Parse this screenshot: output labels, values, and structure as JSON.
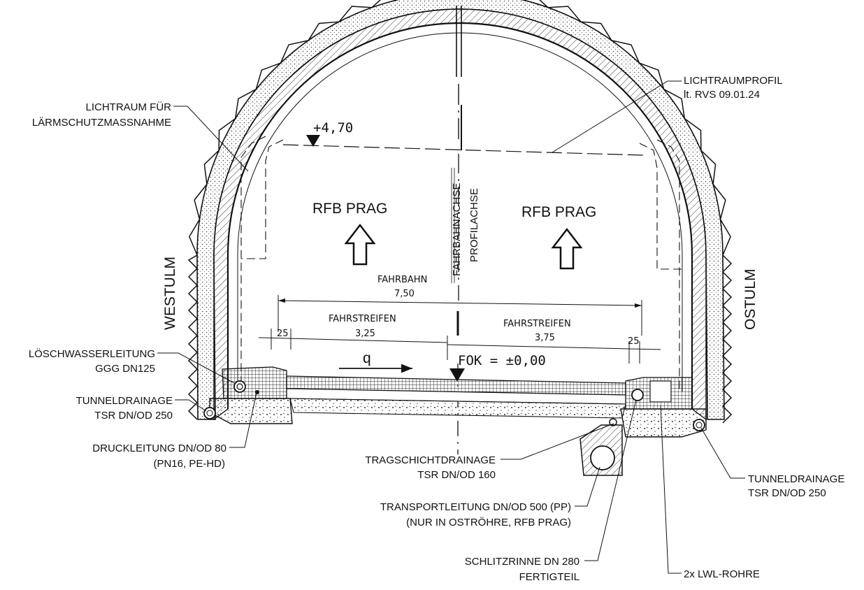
{
  "labels": {
    "laermschutz_1": "LICHTRAUM FÜR",
    "laermschutz_2": "LÄRMSCHUTZMASSNAHME",
    "lichtraumprofil_1": "LICHTRAUMPROFIL",
    "lichtraumprofil_2": "lt. RVS 09.01.24",
    "height": "+4,70",
    "rfb_left": "RFB PRAG",
    "rfb_right": "RFB PRAG",
    "fahrbahnachse": "FAHRBAHNACHSE",
    "profilachse": "PROFILACHSE",
    "westulm": "WESTULM",
    "ostulm": "OSTULM",
    "fahrbahn": "FAHRBAHN",
    "fahrbahn_width": "7,50",
    "fahrstreifen_left": "FAHRSTREIFEN",
    "fahrstreifen_left_width": "3,25",
    "fahrstreifen_right": "FAHRSTREIFEN",
    "fahrstreifen_right_width": "3,75",
    "offset_left": "25",
    "offset_right": "25",
    "q": "q",
    "fok": "FOK = ±0,00",
    "loeschwasser_1": "LÖSCHWASSERLEITUNG",
    "loeschwasser_2": "GGG DN125",
    "tunneldrainage_l_1": "TUNNELDRAINAGE",
    "tunneldrainage_l_2": "TSR DN/OD 250",
    "druckleitung_1": "DRUCKLEITUNG DN/OD 80",
    "druckleitung_2": "(PN16, PE-HD)",
    "tragschicht_1": "TRAGSCHICHTDRAINAGE",
    "tragschicht_2": "TSR DN/OD 160",
    "transport_1": "TRANSPORTLEITUNG DN/OD 500 (PP)",
    "transport_2": "(NUR IN OSTRÖHRE, RFB PRAG)",
    "schlitzrinne_1": "SCHLITZRINNE DN 280",
    "schlitzrinne_2": "FERTIGTEIL",
    "lwl": "2x LWL-ROHRE",
    "tunneldrainage_r_1": "TUNNELDRAINAGE",
    "tunneldrainage_r_2": "TSR DN/OD 250"
  },
  "colors": {
    "line": "#111111",
    "hatch": "#555555",
    "background": "#ffffff"
  }
}
